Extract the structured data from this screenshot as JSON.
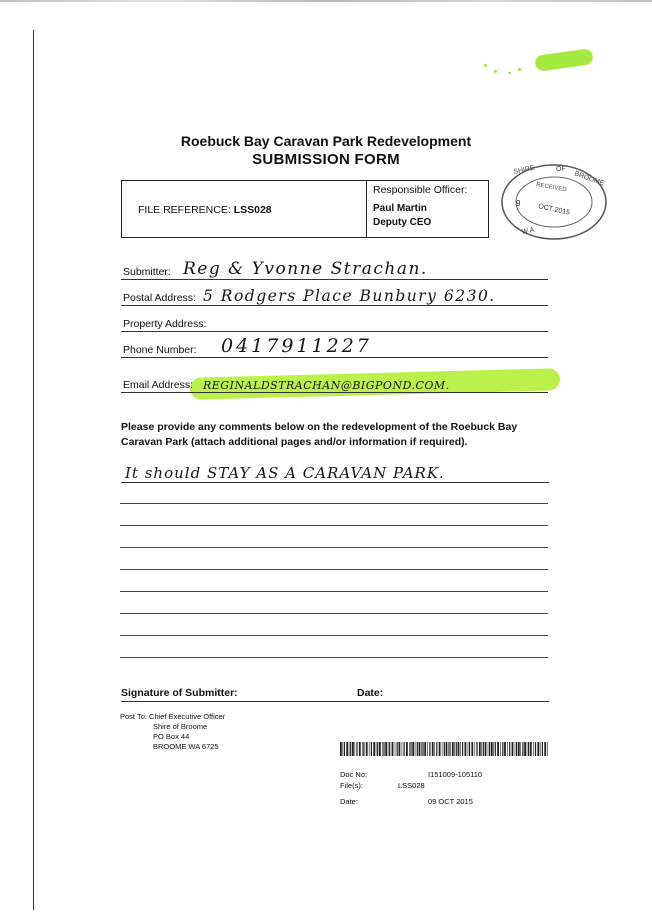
{
  "form": {
    "title": "Roebuck Bay Caravan Park Redevelopment",
    "subtitle": "SUBMISSION FORM",
    "file_reference_label": "FILE REFERENCE:",
    "file_reference_value": "LSS028",
    "responsible_officer_label": "Responsible Officer:",
    "officer_name": "Paul Martin",
    "officer_title": "Deputy CEO"
  },
  "stamp": {
    "top": "SHIRE",
    "of": "OF",
    "right": "BROOME",
    "received": "RECEIVED",
    "date": "OCT 2015",
    "day": "9",
    "bottom": "W A"
  },
  "fields": {
    "submitter_label": "Submitter:",
    "submitter_value": "Reg & Yvonne Strachan.",
    "postal_label": "Postal Address:",
    "postal_value": "5 Rodgers Place Bunbury 6230.",
    "property_label": "Property Address:",
    "property_value": "",
    "phone_label": "Phone Number:",
    "phone_value": "0417911227",
    "email_label": "Email Address:",
    "email_value": "REGINALDSTRACHAN@BIGPOND.COM."
  },
  "comments": {
    "instruction": "Please provide any comments below on the redevelopment of the Roebuck Bay Caravan Park (attach additional pages and/or information if required).",
    "text": "It should STAY AS A CARAVAN PARK."
  },
  "signature": {
    "signature_label": "Signature of Submitter:",
    "date_label": "Date:"
  },
  "post_to": {
    "line1": "Post To: Chief Executive Officer",
    "line2": "Shire of Broome",
    "line3": "PO Box 44",
    "line4": "BROOME  WA  6725"
  },
  "doc_info": {
    "doc_no_label": "Doc No:",
    "doc_no_value": "I151009-105110",
    "files_label": "File(s):",
    "files_value": "LSS028",
    "date_label": "Date:",
    "date_value": "09 OCT 2015"
  }
}
